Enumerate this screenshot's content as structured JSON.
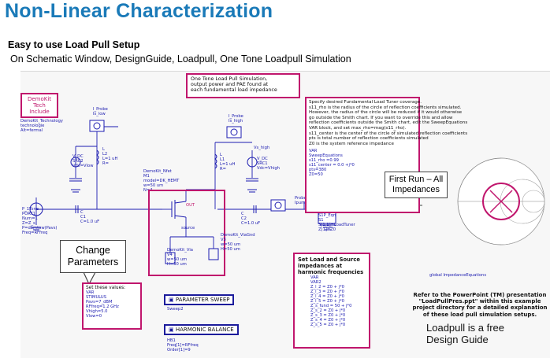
{
  "slide": {
    "title": "Non-Linear Characterization",
    "subtitle": "Easy to use Load Pull Setup",
    "nav_path": "On Schematic Window, DesignGuide, Loadpull, One Tone Loadpull Simulation"
  },
  "schematic": {
    "demokit": [
      "DemoKit",
      "Tech",
      "Include"
    ],
    "demokit_params": [
      "DemoKit_Technology",
      "technologie",
      "Alt=fermal"
    ],
    "one_tone_note": [
      "One Tone Load Pull Simulation,",
      "output power and PAE found at",
      "each fundamental load impedance"
    ],
    "iprobe_left": [
      "I_Probe",
      "Is_low"
    ],
    "iprobe_right": [
      "I_Probe",
      "Is_high"
    ],
    "vdc_left": [
      "V_DC",
      "SRC2",
      "Vdc=Vlow"
    ],
    "vdc_right": [
      "V_DC",
      "SRC1",
      "Vdc=Vhigh"
    ],
    "l_left": [
      "L",
      "L2",
      "L=1 uH",
      "R="
    ],
    "l_right": [
      "L",
      "L1",
      "L=1 uH",
      "R="
    ],
    "vs_high": "Vs_high",
    "hemt": [
      "DemoKit_Nfet",
      "M1",
      "model=DK_HEMT",
      "w=50 um",
      "N=4"
    ],
    "source_tone": [
      "P_1Tone",
      "PORT1",
      "Num=1",
      "Z=Z_s",
      "P=dbmtow(Pavs)",
      "Freq=RFfreq"
    ],
    "c_left": [
      "C",
      "C1",
      "C=1.0 uF"
    ],
    "c_right": [
      "C",
      "C2",
      "C=1.0 uF"
    ],
    "out_label": "OUT",
    "source_label": "source",
    "via_left": [
      "DemoKit_Via",
      "V4",
      "w=50 um",
      "H=50 um"
    ],
    "via_right": [
      "DemoKit_ViaGnd",
      "V3",
      "w=50 um",
      "H=50 um"
    ],
    "probe": [
      "Probe",
      "Ipumped"
    ],
    "s1p": [
      "S1P_Eqn",
      "S1",
      "S[1,1]=LoadTuner",
      "Z[1]=Z0"
    ],
    "coverage_note": [
      "Specify desired Fundamental Load Tuner coverage.",
      "s11_rho is the radius of the circle of reflection coefficients simulated.",
      "However, the radius of the circle will be reduced if it would otherwise",
      "go outside the Smith chart. If you want to override this and allow",
      "reflection coefficients outside the Smith chart, edit the SweepEquations",
      "VAR block, and set max_rho=mag(s11_rho).",
      "s11_center is the center of the circle of simulated reflection coefficients",
      "pts is total number of reflection coefficients simulated",
      "Z0 is the system reference impedance"
    ],
    "sweep_var": [
      "VAR",
      "SweepEquations",
      "s11_rho =0.99",
      "s11_center = 0.0 +j*0",
      "pts=380",
      "Z0=50"
    ],
    "first_run": [
      "First Run – All",
      "Impedances"
    ],
    "change_params": [
      "Change",
      "Parameters"
    ],
    "set_values": [
      "Set these values:",
      "VAR",
      "STIMULUS",
      "Pavs=7_dBM",
      "RFfreq=1.2 GHz",
      "Vhigh=5.0",
      "Vlow=0"
    ],
    "param_sweep": {
      "label": "PARAMETER SWEEP",
      "sub": "Sweep2"
    },
    "harmonic_balance": {
      "label": "HARMONIC BALANCE",
      "sub": [
        "HB1",
        "Freq[1]=RFfreq",
        "Order[1]=9"
      ]
    },
    "harmonics_title": [
      "Set Load and Source",
      "impedances at",
      "harmonic frequencies"
    ],
    "harmonics_var": [
      "VAR",
      "VAR2",
      "Z_l_2 = Z0 + j*0",
      "Z_l_3 = Z0 + j*0",
      "Z_l_4 = Z0 + j*0",
      "Z_l_5 = Z0 + j*0",
      "Z_s_fund = 50 + j*0",
      "Z_s_2 = Z0 + j*0",
      "Z_s_3 = Z0 + j*0",
      "Z_s_4 = Z0 + j*0",
      "Z_s_5 = Z0 + j*0"
    ],
    "global_eq": "global ImpedanceEquations",
    "refer_note": [
      "Refer to the PowerPoint (TM) presentation",
      "\"LoadPullPres.ppt\" within this example",
      "project directory for a detailed explanation",
      "of these load pull simulation setups."
    ],
    "free_guide": [
      "Loadpull is a free",
      "Design Guide"
    ]
  },
  "colors": {
    "title": "#1a7ab8",
    "highlight_box": "#c0166d",
    "wire": "#1b1bb0",
    "smith": "#c0166d"
  }
}
